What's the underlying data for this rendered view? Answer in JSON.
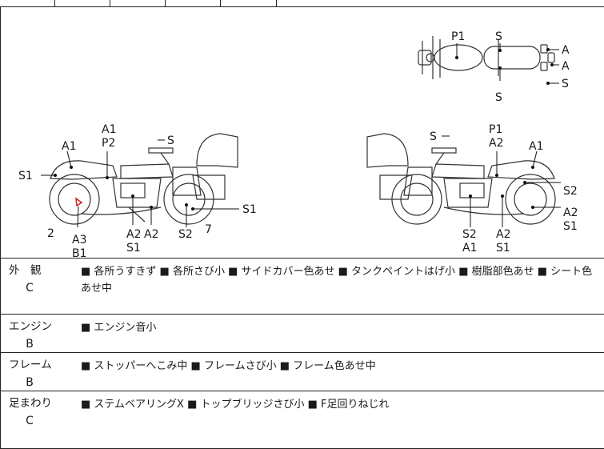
{
  "diagram": {
    "top_view_labels": {
      "p1": "P1",
      "s_top": "S",
      "a1": "A",
      "a2": "A",
      "s_right": "S",
      "s_bottom": "S"
    },
    "left_view_labels": {
      "a1": "A1",
      "a1b": "A1",
      "p2": "P2",
      "s": "S",
      "s1": "S1",
      "s1b": "S1",
      "s1c": "S1",
      "two": "2",
      "a3": "A3",
      "b1": "B1",
      "a2": "A2",
      "a2b": "A2",
      "s2": "S2",
      "seven": "7"
    },
    "right_view_labels": {
      "s": "S",
      "p1": "P1",
      "a2": "A2",
      "a1": "A1",
      "s2": "S2",
      "a2b": "A2",
      "s1": "S1",
      "s2b": "S2",
      "a1b": "A1",
      "a2c": "A2",
      "s1b": "S1"
    },
    "damage_color": "#d02020"
  },
  "conditions": [
    {
      "category": "外　観",
      "grade": "C",
      "notes": "■ 各所うすきず ■ 各所さび小 ■ サイドカバー色あせ ■ タンクペイントはげ小 ■ 樹脂部色あせ ■ シート色あせ中"
    },
    {
      "category": "エンジン",
      "grade": "B",
      "notes": "■ エンジン音小"
    },
    {
      "category": "フレーム",
      "grade": "B",
      "notes": "■ ストッパーへこみ中 ■ フレームさび小 ■ フレーム色あせ中"
    },
    {
      "category": "足まわり",
      "grade": "C",
      "notes": "■ ステムベアリングX ■ トップブリッジさび小 ■ F足回りねじれ"
    }
  ]
}
